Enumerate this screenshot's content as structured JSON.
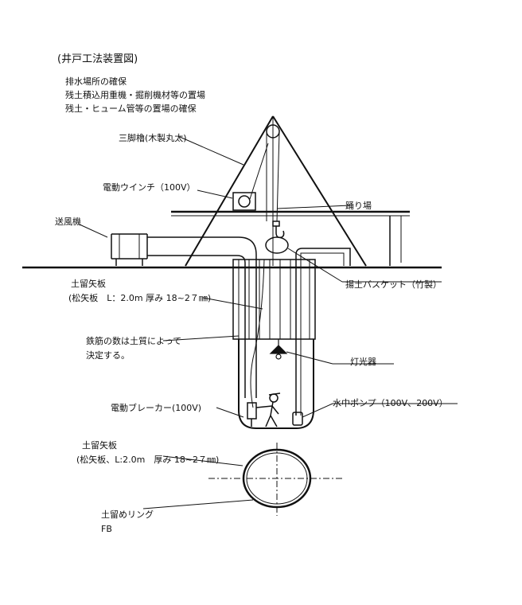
{
  "title": "(井戸工法装置図)",
  "notes": [
    "排水場所の確保",
    "残土積込用重機・掘削機材等の置場",
    "残土・ヒューム管等の置場の確保"
  ],
  "labels": {
    "tripod": "三脚櫓(木製丸太)",
    "winch": "電動ウインチ（100V）",
    "landing": "踊り場",
    "blower": "送風機",
    "sheet_pile_1": "土留矢板",
    "sheet_pile_1_spec": "(松矢板　L：2.0m  厚み 18~2７㎜)",
    "basket": "揚土バスケット（竹製）",
    "rebar_1": "鉄筋の数は土質によって",
    "rebar_2": "決定する。",
    "light": "灯光器",
    "breaker": "電動ブレーカー(100V)",
    "pump": "水中ポンプ（100V、200V）",
    "sheet_pile_2": "土留矢板",
    "sheet_pile_2_spec": "(松矢板、L:2.0m　厚み 18~2７㎜)",
    "ring": "土留めリング",
    "fb": "FB"
  }
}
